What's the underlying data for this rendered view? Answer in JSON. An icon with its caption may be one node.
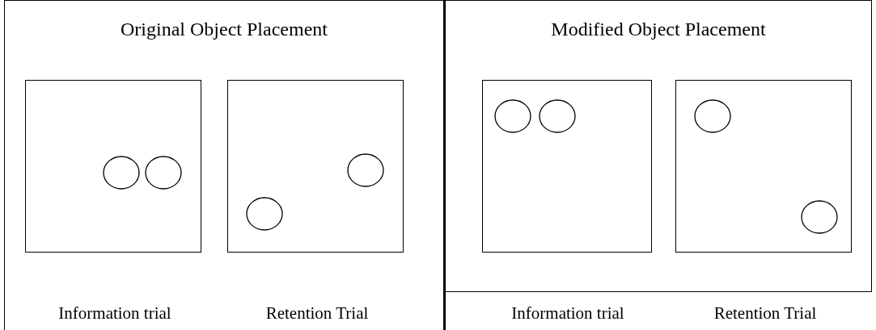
{
  "diagram": {
    "nodes": [
      {
        "text": [
          "Original Object Placement"
        ]
      },
      {
        "text": [],
        "shape": "box",
        "in": 0,
        "beside": [
          "Information trial"
        ]
      },
      {
        "text": [],
        "shape": "box",
        "in": 0,
        "beside": [
          "Retention Trial"
        ]
      },
      {
        "text": [
          "Modified Object Placement"
        ]
      },
      {
        "text": [],
        "shape": "box",
        "in": 3,
        "beside": [
          "Information trial"
        ]
      },
      {
        "text": [],
        "shape": "box",
        "in": 3,
        "beside": [
          "Retention Trial"
        ]
      }
    ]
  }
}
